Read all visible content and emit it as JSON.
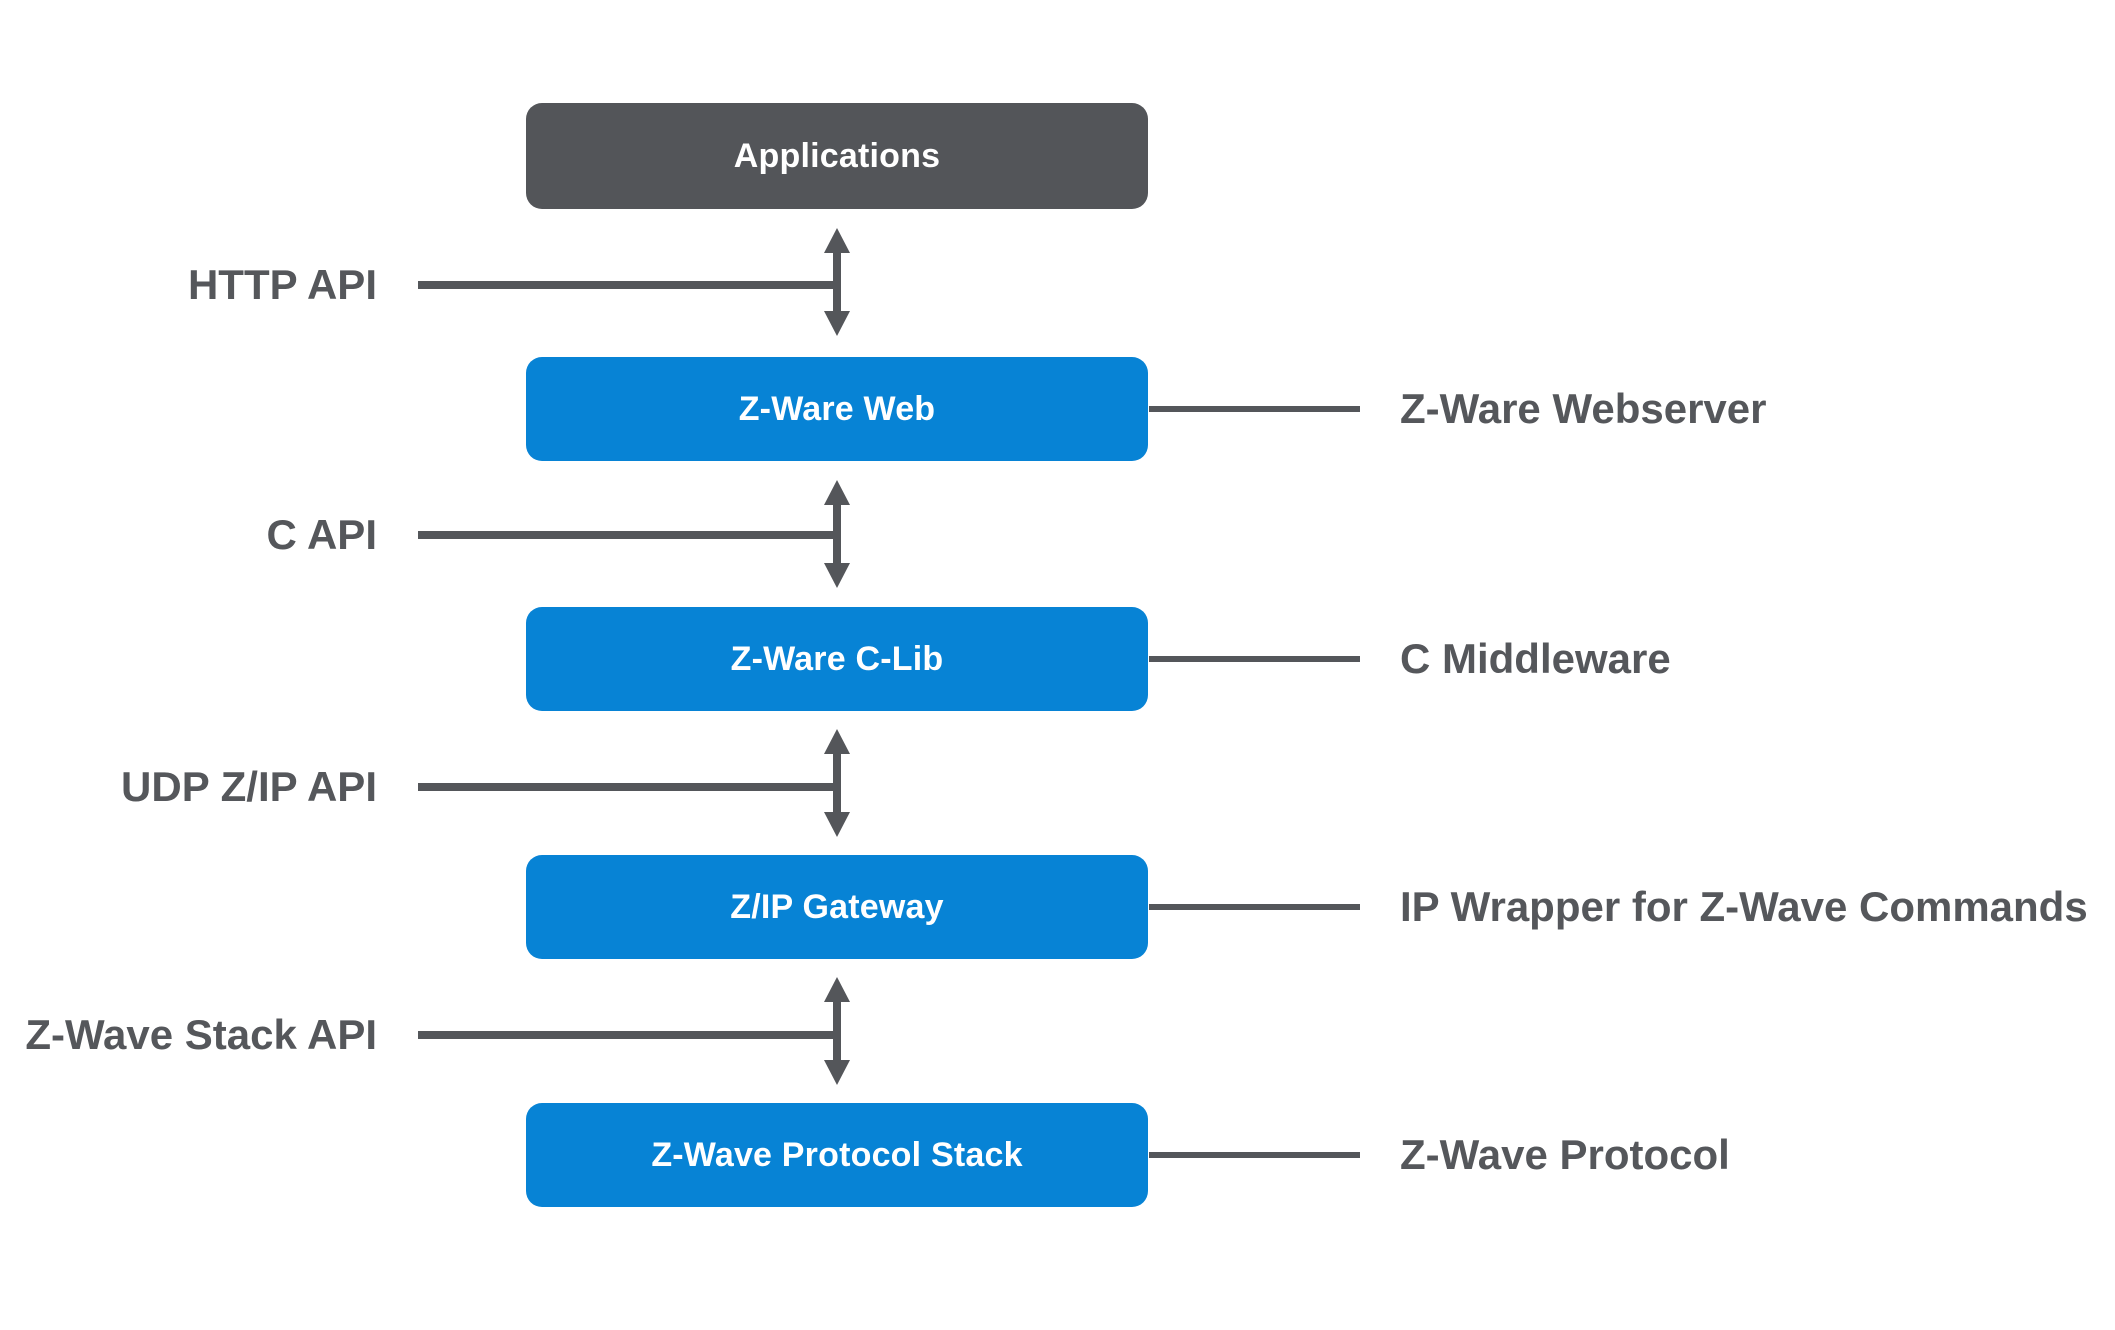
{
  "stack": [
    {
      "label": "Applications"
    },
    {
      "label": "Z-Ware Web"
    },
    {
      "label": "Z-Ware C-Lib"
    },
    {
      "label": "Z/IP Gateway"
    },
    {
      "label": "Z-Wave Protocol Stack"
    }
  ],
  "api_labels": [
    {
      "label": "HTTP API"
    },
    {
      "label": "C API"
    },
    {
      "label": "UDP Z/IP API"
    },
    {
      "label": "Z-Wave Stack API"
    }
  ],
  "annotations": [
    {
      "label": "Z-Ware Webserver"
    },
    {
      "label": "C Middleware"
    },
    {
      "label": "IP Wrapper for Z-Wave Commands"
    },
    {
      "label": "Z-Wave Protocol"
    }
  ],
  "colors": {
    "box-blue": "#0783d5",
    "box-dark": "#535559",
    "connector": "#54565a",
    "label-text": "#55575b",
    "box-text": "#ffffff",
    "background": "#ffffff"
  }
}
